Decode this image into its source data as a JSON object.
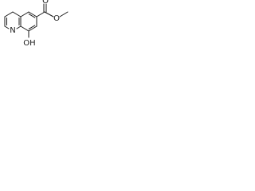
{
  "molecule": {
    "atoms": {
      "ring_nitrogen": "N",
      "hydroxyl": "OH",
      "carbonyl_oxygen": "O",
      "ester_oxygen": "O"
    },
    "line_color": "#1a1a1a",
    "background_color": "#ffffff"
  }
}
